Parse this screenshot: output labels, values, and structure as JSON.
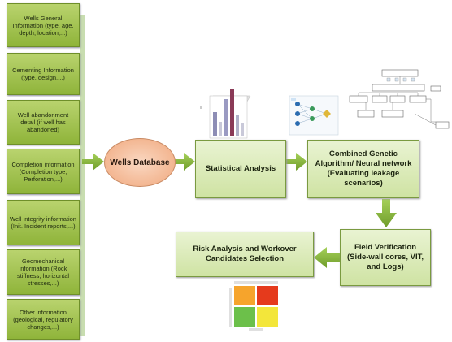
{
  "sources": [
    "Wells General Information (type, age, depth, location,...)",
    "Cementing Information (type, design,...)",
    "Well abandonment detail (if well has abandoned)",
    "Completion information (Completion type, Perforation,...)",
    "Well integrity information (Init. Incident reports,...)",
    "Geomechanical information (Rock stiffness, horizontal stresses,...)",
    "Other information (geological, regulatory changes,...)"
  ],
  "database": "Wells Database",
  "steps": {
    "statistical": "Statistical Analysis",
    "genetic": "Combined Genetic Algorithm/ Neural network (Evaluating leakage scenarios)",
    "field": "Field Verification (Side-wall cores, VIT, and Logs)",
    "risk": "Risk Analysis and Workover Candidates Selection"
  },
  "colors": {
    "arrow": "#8bbc3c",
    "source_fill": "#a9c85a",
    "process_fill": "#dcebb8",
    "database_fill": "#f4bc97",
    "risk_red": "#e53a1c",
    "risk_orange": "#f6a42c",
    "risk_yellow": "#f3e63a",
    "risk_green": "#6cc04a"
  },
  "icons": [
    "bar-chart-thumbnail-icon",
    "neural-network-thumbnail-icon",
    "flowchart-thumbnail-icon",
    "risk-matrix-icon"
  ]
}
